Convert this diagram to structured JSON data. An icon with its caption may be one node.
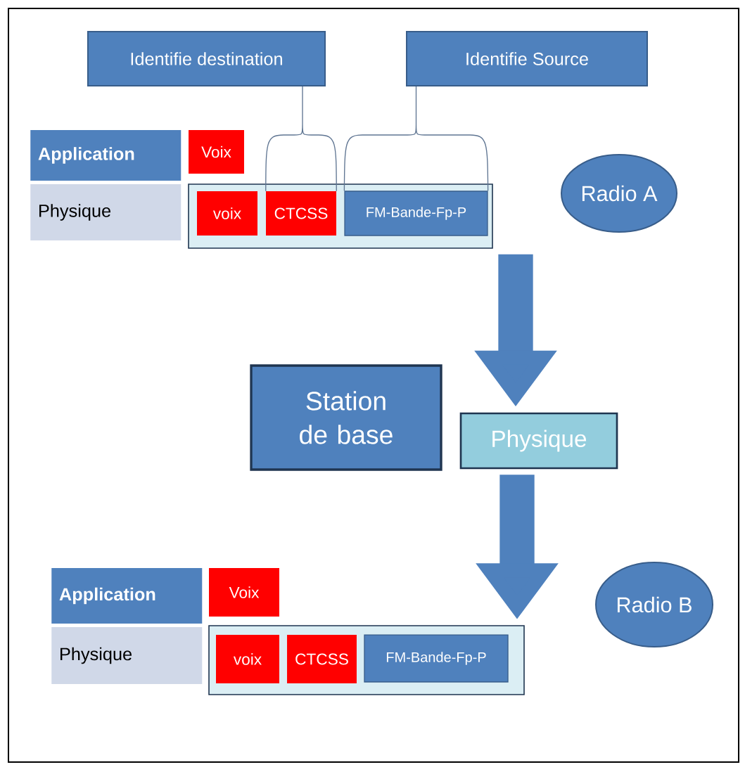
{
  "diagram": {
    "nodes": [
      {
        "text": [
          "Identifie destination"
        ]
      },
      {
        "text": [
          "Identifie Source"
        ]
      },
      {
        "text": [
          "Application"
        ]
      },
      {
        "text": [
          "Voix"
        ]
      },
      {
        "text": [
          "Physique"
        ]
      },
      {
        "text": [],
        "shape": "box"
      },
      {
        "text": [
          "voix"
        ],
        "in": 5
      },
      {
        "text": [
          "CTCSS"
        ],
        "in": 5
      },
      {
        "text": [
          "FM-Bande-Fp-P"
        ],
        "in": 5
      },
      {
        "text": [
          "Radio A"
        ]
      },
      {
        "text": [
          "Station de base"
        ]
      },
      {
        "text": [
          "Physique"
        ]
      },
      {
        "text": [
          "Application"
        ]
      },
      {
        "text": [
          "Voix"
        ]
      },
      {
        "text": [
          "Physique"
        ]
      },
      {
        "text": [],
        "shape": "box"
      },
      {
        "text": [
          "voix"
        ],
        "in": 15
      },
      {
        "text": [
          "CTCSS"
        ],
        "in": 15
      },
      {
        "text": [
          "FM-Bande-Fp-P"
        ],
        "in": 15
      },
      {
        "text": [
          "Radio B"
        ]
      }
    ],
    "edges": [
      {
        "from": 7,
        "to": 0,
        "arrow": "none",
        "color": "#5f7592"
      },
      {
        "from": 8,
        "to": 1,
        "arrow": "none",
        "color": "#5f7592"
      },
      {
        "from": 5,
        "to": 11,
        "arrow": "to",
        "style": "thick"
      },
      {
        "from": 11,
        "to": 15,
        "arrow": "to",
        "style": "thick"
      }
    ]
  }
}
